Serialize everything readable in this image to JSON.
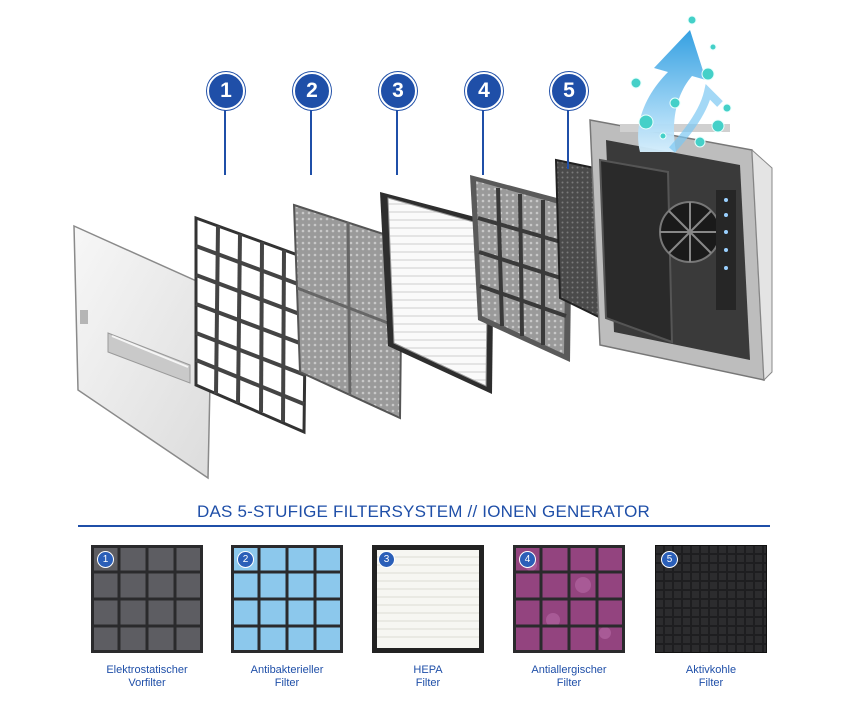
{
  "headline": "DAS 5-STUFIGE FILTERSYSTEM // IONEN GENERATOR",
  "colors": {
    "accent": "#1f4fa8",
    "prefilter": "#4a4a4e",
    "antibacterial": "#7fc0e8",
    "hepa": "#f4f4f0",
    "antiallergic": "#8a3c7a",
    "carbon": "#1e1e20",
    "airflow": "#3aa6e6"
  },
  "stages": [
    {
      "number": "1",
      "line1": "Elektrostatischer",
      "line2": "Vorfilter"
    },
    {
      "number": "2",
      "line1": "Antibakterieller",
      "line2": "Filter"
    },
    {
      "number": "3",
      "line1": "HEPA",
      "line2": "Filter"
    },
    {
      "number": "4",
      "line1": "Antiallergischer",
      "line2": "Filter"
    },
    {
      "number": "5",
      "line1": "Aktivkohle",
      "line2": "Filter"
    }
  ],
  "icons": {
    "airflow": "airflow-arrow-icon",
    "ions": "ion-bubble-icon"
  }
}
